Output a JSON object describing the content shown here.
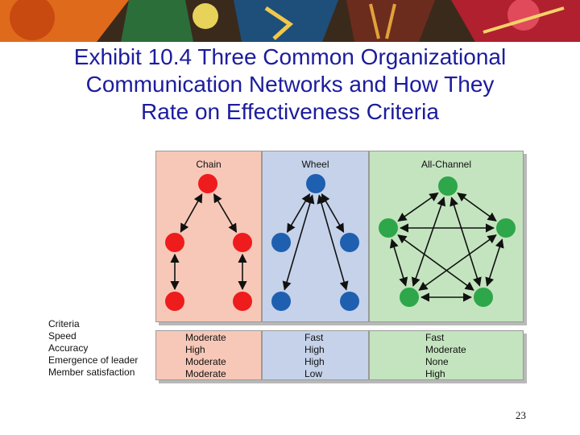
{
  "title": {
    "line1": "Exhibit 10.4 Three Common Organizational",
    "line2": "Communication Networks and How They",
    "line3": "Rate on Effectiveness Criteria"
  },
  "networks": [
    {
      "name": "Chain",
      "color": "#ee1c1c",
      "ratings": [
        "Moderate",
        "High",
        "Moderate",
        "Moderate"
      ]
    },
    {
      "name": "Wheel",
      "color": "#1f5fb0",
      "ratings": [
        "Fast",
        "High",
        "High",
        "Low"
      ]
    },
    {
      "name": "All-Channel",
      "color": "#2ea64a",
      "ratings": [
        "Fast",
        "Moderate",
        "None",
        "High"
      ]
    }
  ],
  "criteria": {
    "heading": "Criteria",
    "items": [
      "Speed",
      "Accuracy",
      "Emergence of leader",
      "Member satisfaction"
    ]
  },
  "page_number": "23"
}
